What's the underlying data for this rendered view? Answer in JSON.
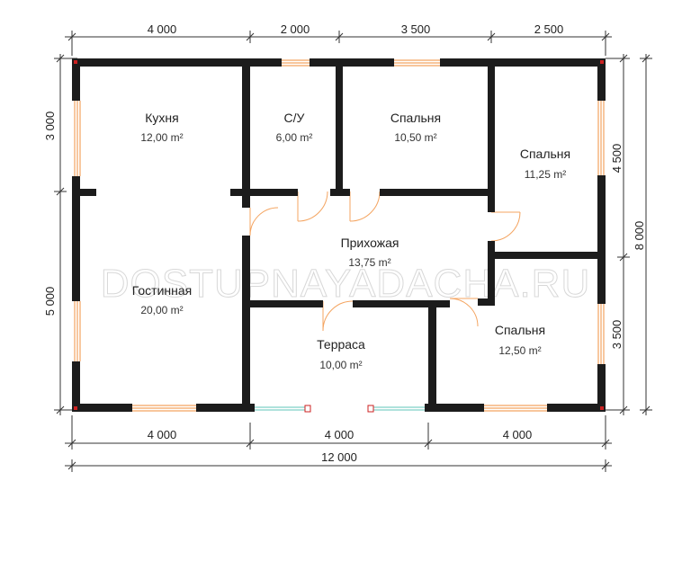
{
  "watermark": "DOSTUPNAYADACHA.RU",
  "dimensions": {
    "top": [
      "4 000",
      "2 000",
      "3 500",
      "2 500"
    ],
    "bottom": [
      "4 000",
      "4 000",
      "4 000"
    ],
    "total_width": "12 000",
    "left": [
      "3 000",
      "5 000"
    ],
    "right": [
      "4 500",
      "3 500"
    ],
    "total_height": "8 000"
  },
  "rooms": [
    {
      "name": "Кухня",
      "area": "12,00 m²"
    },
    {
      "name": "С/У",
      "area": "6,00 m²"
    },
    {
      "name": "Спальня",
      "area": "10,50 m²"
    },
    {
      "name": "Спальня",
      "area": "11,25 m²"
    },
    {
      "name": "Прихожая",
      "area": "13,75 m²"
    },
    {
      "name": "Гостинная",
      "area": "20,00 m²"
    },
    {
      "name": "Терраса",
      "area": "10,00 m²"
    },
    {
      "name": "Спальня",
      "area": "12,50 m²"
    }
  ],
  "colors": {
    "wall": "#1c1c1c",
    "window": "#f4a460",
    "terrace_rail": "#7fd0c8",
    "corner_marker": "#cc2222",
    "dim_line": "#333333"
  }
}
